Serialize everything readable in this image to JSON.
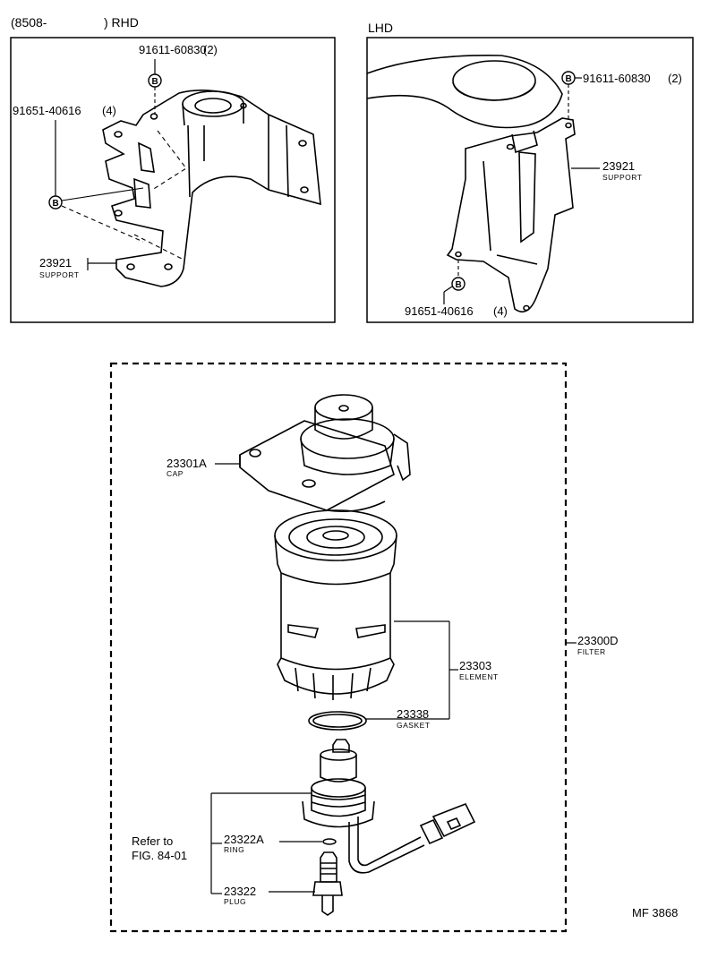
{
  "headers": {
    "rhd_date": "(8508-",
    "rhd_close": ") RHD",
    "lhd": "LHD"
  },
  "bolt_marker": "B",
  "rhd_panel": {
    "bolt_top": {
      "part": "91611-60830",
      "qty": "(2)"
    },
    "bolt_left": {
      "part": "91651-40616",
      "qty": "(4)"
    },
    "support": {
      "part": "23921",
      "name": "SUPPORT"
    }
  },
  "lhd_panel": {
    "bolt_top": {
      "part": "91611-60830",
      "qty": "(2)"
    },
    "support": {
      "part": "23921",
      "name": "SUPPORT"
    },
    "bolt_bottom": {
      "part": "91651-40616",
      "qty": "(4)"
    }
  },
  "filter_assembly": {
    "cap": {
      "part": "23301A",
      "name": "CAP"
    },
    "filter": {
      "part": "23300D",
      "name": "FILTER"
    },
    "element": {
      "part": "23303",
      "name": "ELEMENT"
    },
    "gasket": {
      "part": "23338",
      "name": "GASKET"
    },
    "ring": {
      "part": "23322A",
      "name": "RING"
    },
    "plug": {
      "part": "23322",
      "name": "PLUG"
    },
    "refer_line1": "Refer to",
    "refer_line2": "FIG. 84-01"
  },
  "figure_code": "MF 3868"
}
